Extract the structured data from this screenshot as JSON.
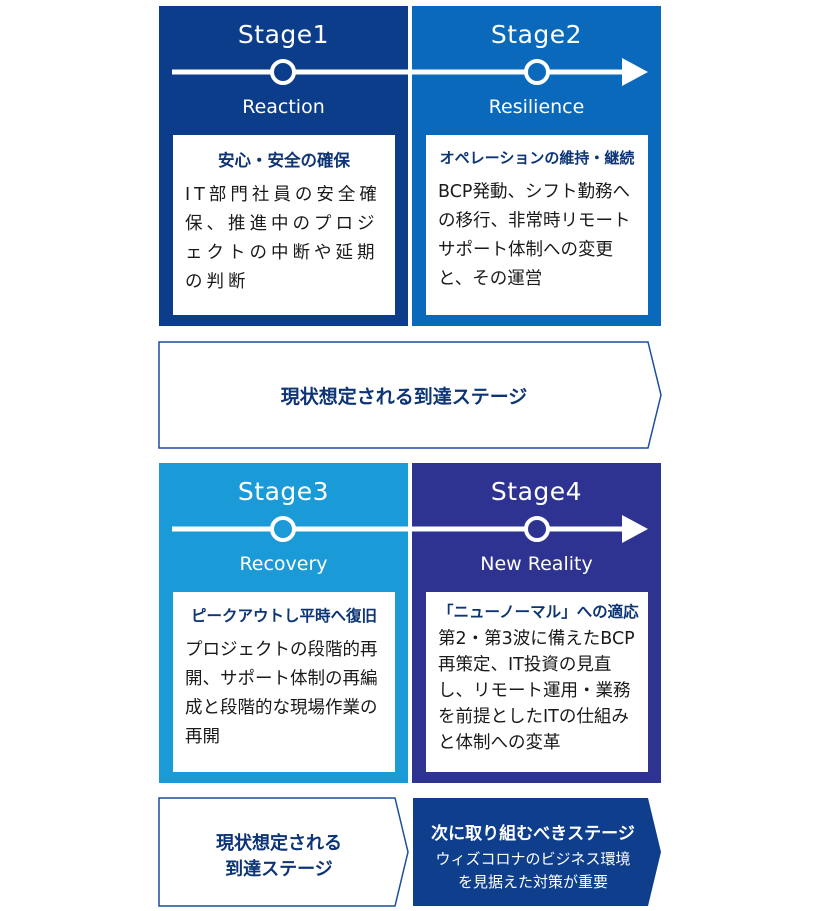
{
  "colors": {
    "stage1_bg": "#0c3d8a",
    "stage2_bg": "#0a69bb",
    "stage3_bg": "#1a9bd8",
    "stage4_bg": "#2e3391",
    "bottom_chevron_fill": "#0f3e8c",
    "outline": "#1a4f9c",
    "heading_text": "#0d3576"
  },
  "top_row": {
    "stage1": {
      "title": "Stage1",
      "subtitle": "Reaction",
      "card_heading": "安心・安全の確保",
      "card_body": "IT部門社員の安全確保、推進中のプロジェクトの中断や延期の判断"
    },
    "stage2": {
      "title": "Stage2",
      "subtitle": "Resilience",
      "card_heading": "オペレーションの維持・継続",
      "card_body": "BCP発動、シフト勤務への移行、非常時リモートサポート体制への変更と、その運営"
    }
  },
  "middle_chevron": {
    "label": "現状想定される到達ステージ"
  },
  "bottom_row": {
    "stage3": {
      "title": "Stage3",
      "subtitle": "Recovery",
      "card_heading": "ピークアウトし平時へ復旧",
      "card_body": "プロジェクトの段階的再開、サポート体制の再編成と段階的な現場作業の再開"
    },
    "stage4": {
      "title": "Stage4",
      "subtitle": "New Reality",
      "card_heading": "「ニューノーマル」への適応",
      "card_body": "第2・第3波に備えたBCP再策定、IT投資の見直し、リモート運用・業務を前提としたITの仕組みと体制への変革"
    }
  },
  "bottom_chevrons": {
    "left_line1": "現状想定される",
    "left_line2": "到達ステージ",
    "right_title": "次に取り組むべきステージ",
    "right_line1": "ウィズコロナのビジネス環境",
    "right_line2": "を見据えた対策が重要"
  }
}
